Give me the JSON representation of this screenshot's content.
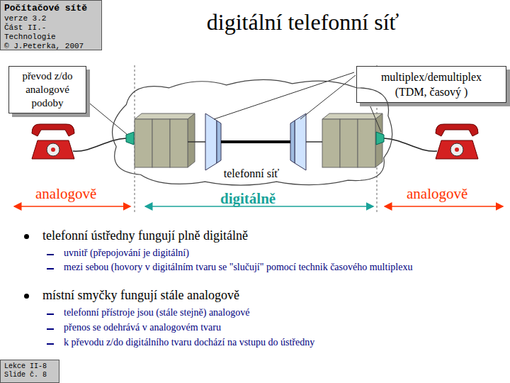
{
  "diagram": {
    "title": "digitální telefonní síť",
    "nodes": [
      {
        "text": [
          "Počítačové sítě",
          "verze 3.2",
          "Část II.-Technologie",
          "© J.Peterka, 2007"
        ]
      },
      {
        "text": [
          "převod z/do analogové podoby"
        ]
      },
      {
        "text": [
          "multiplex/demultiplex (TDM, časový )"
        ]
      },
      {
        "text": [
          "telefonní síť"
        ]
      },
      {
        "text": [
          "Lekce II-8",
          "Slide č. 8"
        ]
      }
    ],
    "labels": [
      "analogově",
      "digitálně",
      "analogově",
      "telefonní ústředny fungují plně digitálně",
      "uvnitř (přepojování je digitální)",
      "mezi sebou (hovory v digitálním tvaru se \"slučují\" pomocí technik časového multiplexu",
      "místní smyčky fungují stále analogově",
      "telefonní přístroje jsou (stále stejně) analogové",
      "přenos se odehrává v analogovém tvaru",
      "k převodu z/do digitálního tvaru dochází na vstupu do ústředny"
    ]
  }
}
